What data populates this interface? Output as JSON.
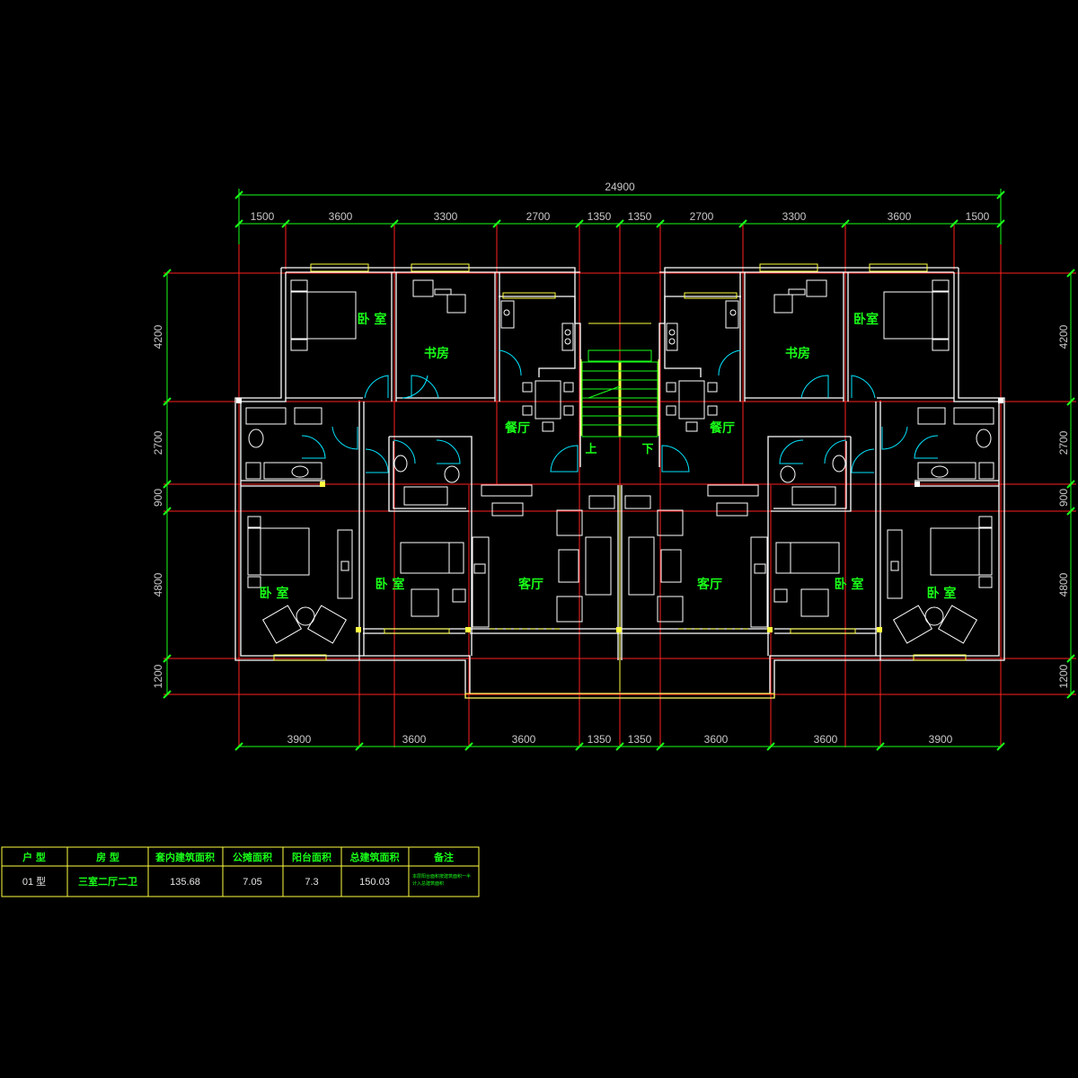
{
  "drawing": {
    "overall_dimension": "24900",
    "top_dimensions": [
      "1500",
      "3600",
      "3300",
      "2700",
      "1350",
      "1350",
      "2700",
      "3300",
      "3600",
      "1500"
    ],
    "bottom_dimensions": [
      "3900",
      "3600",
      "3600",
      "1350",
      "1350",
      "3600",
      "3600",
      "3900"
    ],
    "left_dimensions": [
      "4200",
      "2700",
      "900",
      "4800",
      "1200"
    ],
    "right_dimensions": [
      "4200",
      "2700",
      "900",
      "4800",
      "1200"
    ],
    "rooms": {
      "bedroom": "卧室",
      "bedroom_spaced": "卧 室",
      "study": "书房",
      "dining": "餐厅",
      "living": "客厅"
    },
    "stairs": {
      "up": "上",
      "down": "下"
    }
  },
  "table": {
    "headers": [
      "户  型",
      "房  型",
      "套内建筑面积",
      "公摊面积",
      "阳台面积",
      "总建筑面积",
      "备注"
    ],
    "row": [
      "01  型",
      "三室二厅二卫",
      "135.68",
      "7.05",
      "7.3",
      "150.03"
    ],
    "note_lines": [
      "本层阳台面积按建筑面积一半",
      "计入总建筑面积"
    ]
  },
  "colors": {
    "background": "#000000",
    "wall": "#ffffff",
    "axis": "#ff2020",
    "dimension": "#19ff19",
    "room_label": "#19ff19",
    "window": "#ffff40",
    "door": "#00e5ff",
    "table_border": "#ffff40"
  }
}
